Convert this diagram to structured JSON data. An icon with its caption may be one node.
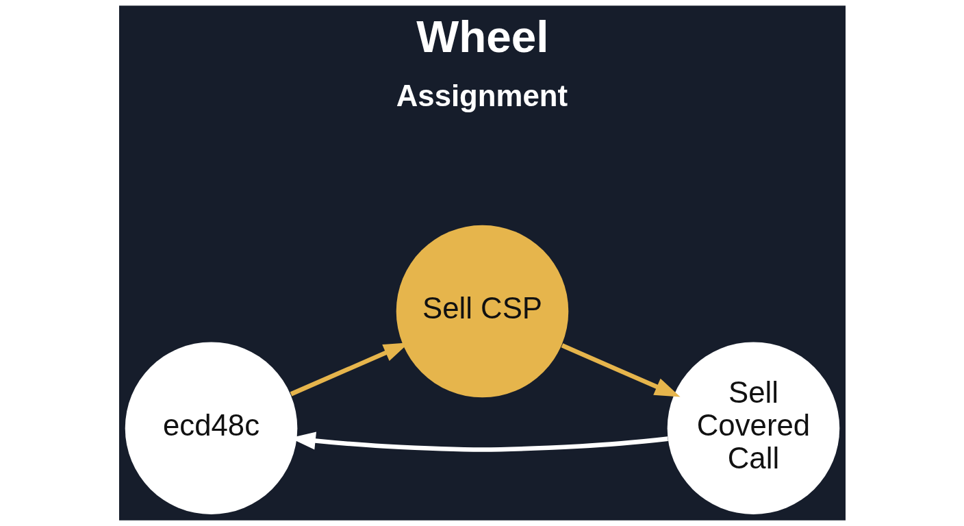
{
  "diagram": {
    "title": "Wheel",
    "nodes": [
      {
        "text": [
          "Sell CSP"
        ]
      },
      {
        "text": [
          "ecd48c"
        ]
      },
      {
        "text": [
          "Sell Covered Call"
        ]
      }
    ],
    "edges": [
      {
        "from": 0,
        "to": 2,
        "arrow": "to"
      },
      {
        "from": 2,
        "to": 1,
        "arrow": "to",
        "color": "#ffffff"
      },
      {
        "from": 1,
        "to": 0,
        "arrow": "to"
      }
    ],
    "labels": [
      "Assignment"
    ]
  }
}
